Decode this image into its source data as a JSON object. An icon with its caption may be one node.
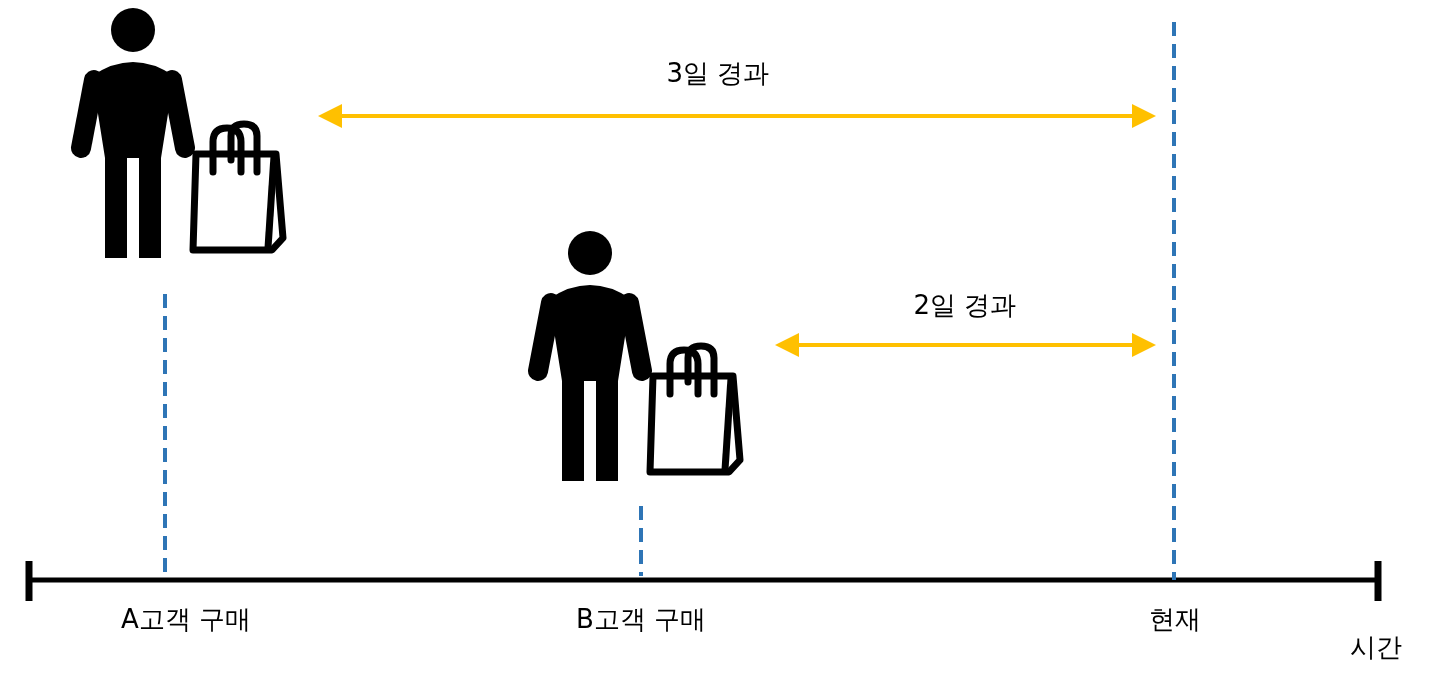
{
  "diagram": {
    "labels": [
      "3일 경과",
      "2일 경과",
      "A고객 구매",
      "B고객 구매",
      "현재",
      "시간"
    ]
  }
}
